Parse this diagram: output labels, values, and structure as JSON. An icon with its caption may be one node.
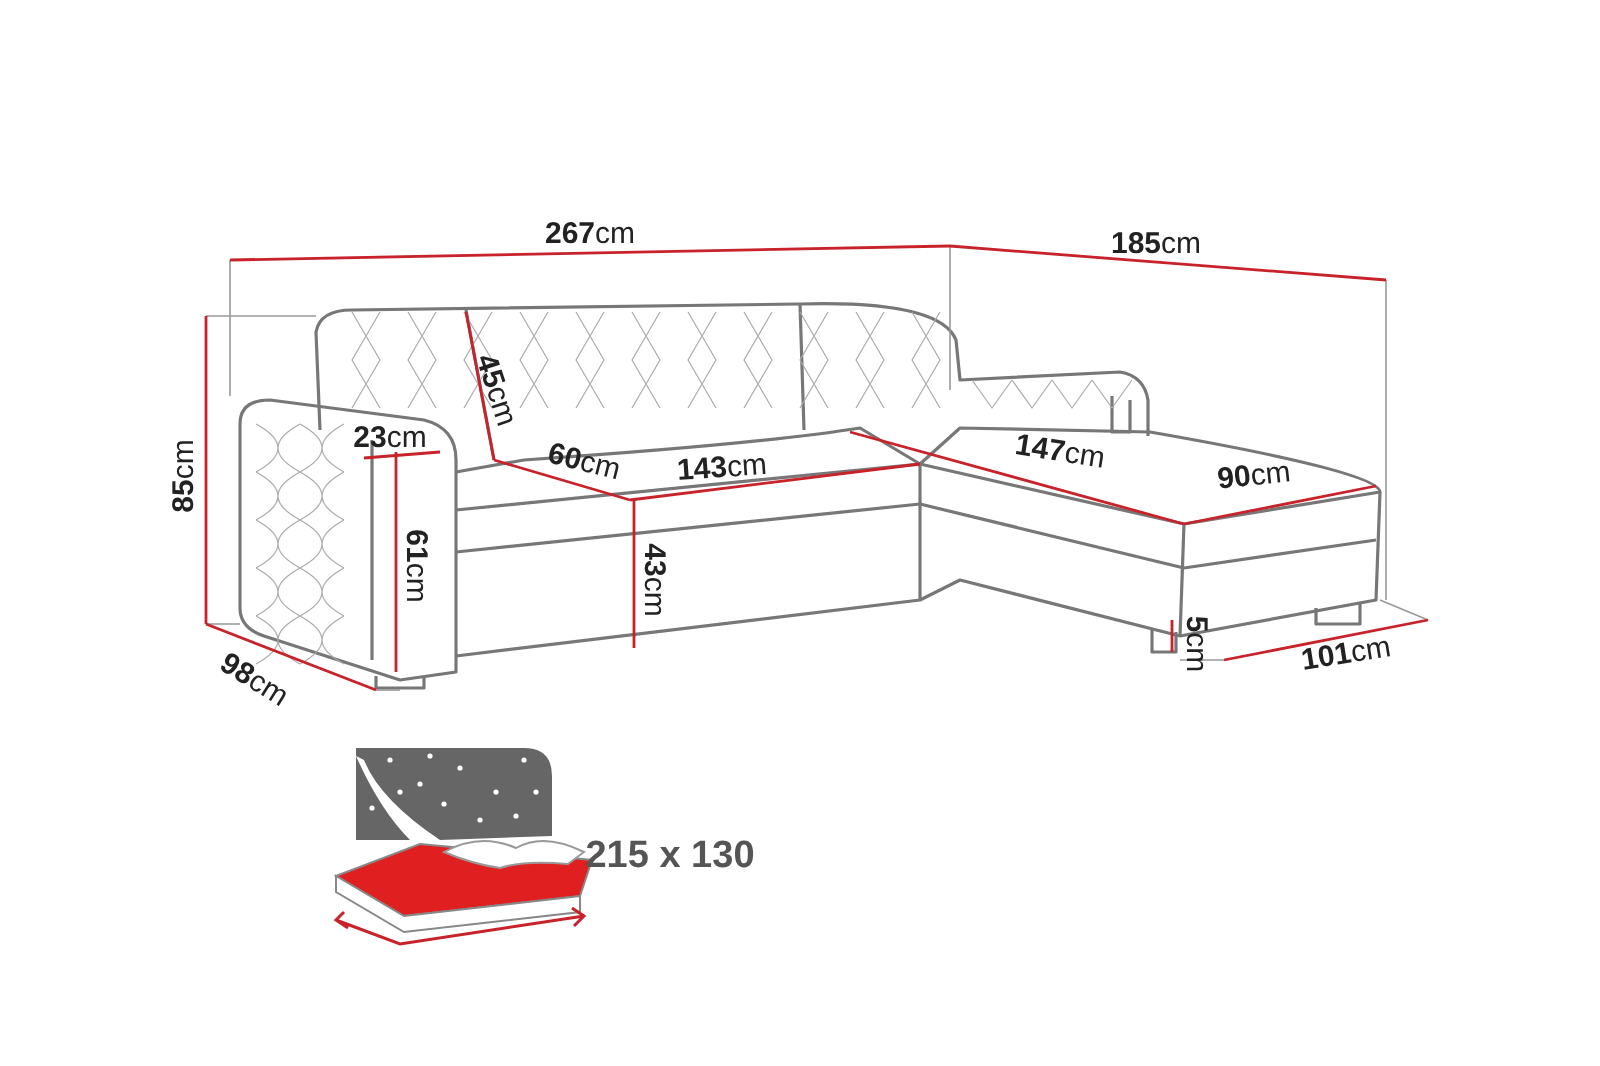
{
  "diagram": {
    "labels": [
      "**267**cm",
      "**185**cm",
      "**45**cm",
      "**85**cm",
      "**23**cm",
      "**60**cm",
      "**143**cm",
      "**147**cm",
      "**90**cm",
      "**61**cm",
      "**43**cm",
      "**5**cm",
      "**98**cm",
      "**101**cm",
      "215 x 130"
    ]
  }
}
